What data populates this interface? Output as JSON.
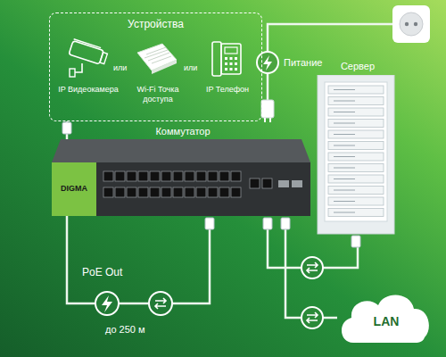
{
  "diagram": {
    "nodes": [
      {
        "text": [
          "Устройства"
        ]
      },
      {
        "text": [
          "IP Видеокамера"
        ],
        "in": 0
      },
      {
        "text": [
          "Wi-Fi Точка доступа"
        ],
        "in": 0
      },
      {
        "text": [
          "IP Телефон"
        ],
        "in": 0
      },
      {
        "text": [
          "Коммутатор",
          "DIGMA"
        ]
      },
      {
        "text": [
          "Сервер"
        ]
      },
      {
        "text": [
          "LAN"
        ]
      }
    ],
    "edges": [
      {
        "from": 0,
        "to": 4,
        "arrow": "none",
        "label": "PoE Out"
      },
      {
        "from": 4,
        "to": 5,
        "arrow": "none"
      },
      {
        "from": 4,
        "to": 6,
        "arrow": "none"
      }
    ],
    "labels": [
      "или",
      "или",
      "Питание",
      "до 250 м"
    ]
  }
}
